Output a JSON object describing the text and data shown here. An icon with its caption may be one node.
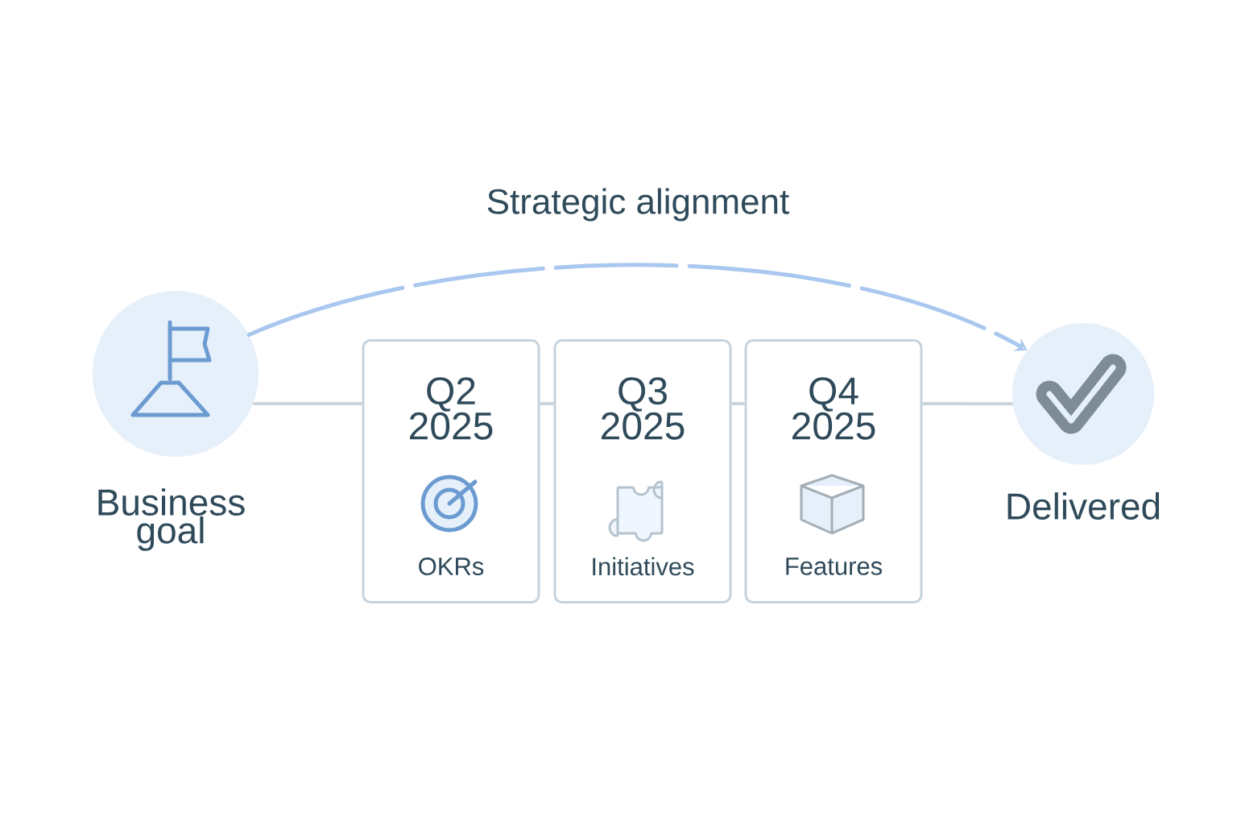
{
  "diagram": {
    "nodes": [
      {
        "text": [
          "Business goal"
        ]
      },
      {
        "text": [
          "Q2 2025",
          "OKRs"
        ]
      },
      {
        "text": [
          "Q3 2025",
          "Initiatives"
        ]
      },
      {
        "text": [
          "Q4 2025",
          "Features"
        ]
      },
      {
        "text": [
          "Delivered"
        ]
      }
    ],
    "edges": [
      {
        "from": 0,
        "to": 1,
        "arrow": "none"
      },
      {
        "from": 1,
        "to": 2,
        "arrow": "none"
      },
      {
        "from": 2,
        "to": 3,
        "arrow": "none"
      },
      {
        "from": 3,
        "to": 4,
        "arrow": "none"
      },
      {
        "from": 0,
        "to": 4,
        "arrow": "to",
        "label": "Strategic alignment",
        "style": "dashed",
        "color": "#a9c7ef"
      }
    ]
  }
}
